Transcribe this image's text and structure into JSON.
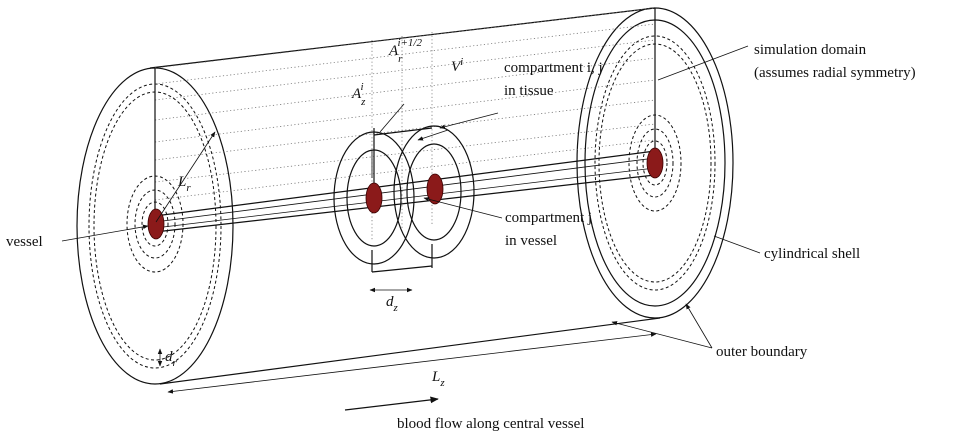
{
  "labels": {
    "simulation_domain_1": "simulation domain",
    "simulation_domain_2": "(assumes radial symmetry)",
    "A_r_base": "A",
    "A_r_sub": "r",
    "A_r_sup": "i+1/2",
    "A_z_base": "A",
    "A_z_sub": "z",
    "A_z_sup": "i",
    "V_base": "V",
    "V_sup": "i",
    "compartment_tissue_1": "compartment i, j",
    "compartment_tissue_2": "in tissue",
    "L_r_base": "L",
    "L_r_sub": "r",
    "vessel": "vessel",
    "compartment_vessel_1": "compartment j",
    "compartment_vessel_2": "in vessel",
    "cylindrical_shell": "cylindrical shell",
    "d_z_base": "d",
    "d_z_sub": "z",
    "outer_boundary": "outer boundary",
    "d_r_base": "d",
    "d_r_sub": "r",
    "L_z_base": "L",
    "L_z_sub": "z",
    "blood_flow": "blood flow along central vessel"
  },
  "colors": {
    "vessel_fill": "#8b1a1a",
    "line": "#111111"
  }
}
